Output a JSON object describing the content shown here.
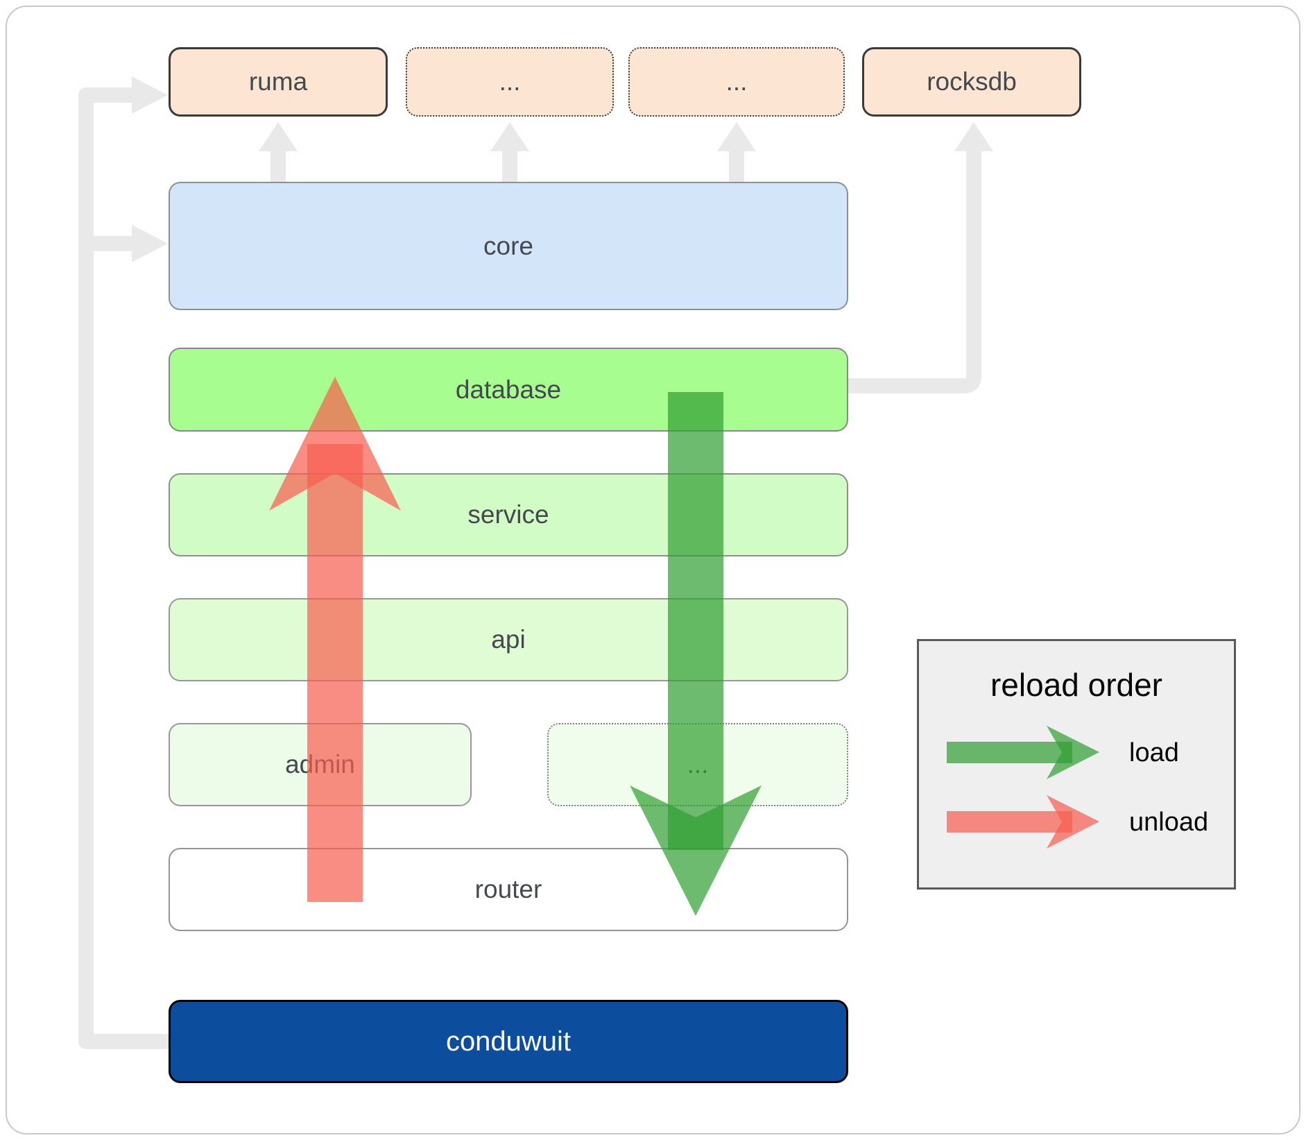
{
  "nodes": {
    "ruma": {
      "label": "ruma"
    },
    "ellipsis_top_1": {
      "label": "..."
    },
    "ellipsis_top_2": {
      "label": "..."
    },
    "rocksdb": {
      "label": "rocksdb"
    },
    "core": {
      "label": "core"
    },
    "database": {
      "label": "database"
    },
    "service": {
      "label": "service"
    },
    "api": {
      "label": "api"
    },
    "admin": {
      "label": "admin"
    },
    "ellipsis_admin": {
      "label": "..."
    },
    "router": {
      "label": "router"
    },
    "conduwuit": {
      "label": "conduwuit"
    }
  },
  "legend": {
    "title": "reload order",
    "items": [
      {
        "label": "load",
        "color": "#2f9e30"
      },
      {
        "label": "unload",
        "color": "#f85d4f"
      }
    ]
  },
  "colors": {
    "peach_fill": "#fce5d3",
    "core_fill": "#d3e5f8",
    "database_fill": "#a7fd8f",
    "service_fill": "#d2fcc5",
    "api_fill": "#e0fcd5",
    "admin_fill": "#edfce9",
    "ellipsis_admin_fill": "#f0fdec",
    "router_fill": "#ffffff",
    "conduwuit_fill": "#0c4d9d",
    "connector_gray": "#e9e9e9",
    "load_arrow": "#2f9e30",
    "unload_arrow": "#f85d4f",
    "legend_bg": "#efefef"
  }
}
